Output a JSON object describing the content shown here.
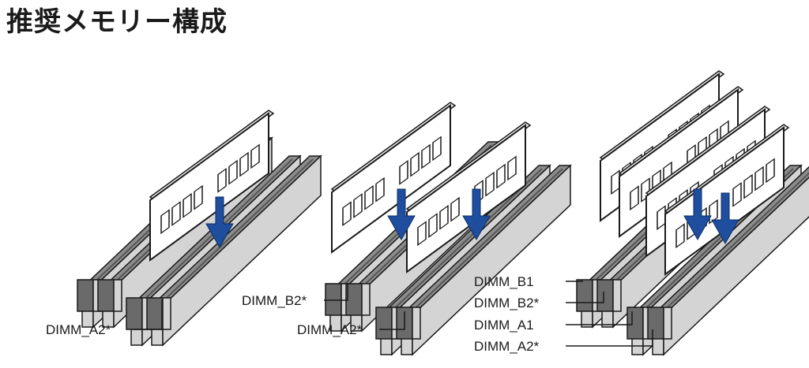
{
  "title": "推奨メモリー構成",
  "configs": [
    {
      "labels": [
        "DIMM_A2*"
      ]
    },
    {
      "labels": [
        "DIMM_B2*",
        "DIMM_A2*"
      ]
    },
    {
      "labels": [
        "DIMM_B1",
        "DIMM_B2*",
        "DIMM_A1",
        "DIMM_A2*"
      ]
    }
  ],
  "colors": {
    "arrow": "#1f4e9e",
    "slot_dark": "#6a6a6a",
    "slot_light": "#d4d4d4"
  }
}
